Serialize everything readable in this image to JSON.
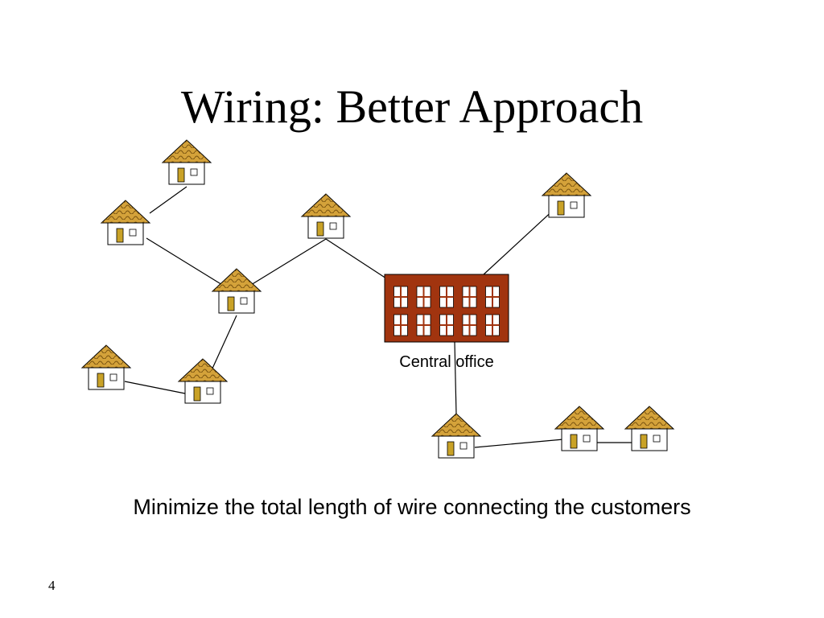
{
  "slide": {
    "title": "Wiring: Better Approach",
    "caption": "Minimize the total length of wire connecting the customers",
    "page_number": "4"
  },
  "diagram": {
    "central_office_label": "Central office",
    "colors": {
      "roof": "#d4a23a",
      "roof_pattern": "#7a5410",
      "house_wall": "#ffffff",
      "door": "#c9a227",
      "building": "#a1340f",
      "building_window": "#ffffff",
      "wire": "#000000"
    },
    "nodes": [
      {
        "id": "house-1",
        "type": "house"
      },
      {
        "id": "house-2",
        "type": "house"
      },
      {
        "id": "house-3",
        "type": "house"
      },
      {
        "id": "house-4",
        "type": "house"
      },
      {
        "id": "house-5",
        "type": "house"
      },
      {
        "id": "house-6",
        "type": "house"
      },
      {
        "id": "house-7",
        "type": "house"
      },
      {
        "id": "house-8",
        "type": "house"
      },
      {
        "id": "house-9",
        "type": "house"
      },
      {
        "id": "house-10",
        "type": "house"
      },
      {
        "id": "central-office",
        "type": "central-office"
      }
    ],
    "edges": [
      [
        "house-1",
        "house-2"
      ],
      [
        "house-2",
        "house-4"
      ],
      [
        "house-4",
        "house-3"
      ],
      [
        "house-3",
        "central-office"
      ],
      [
        "house-5",
        "central-office"
      ],
      [
        "house-4",
        "house-7"
      ],
      [
        "house-6",
        "house-7"
      ],
      [
        "central-office",
        "house-8"
      ],
      [
        "house-8",
        "house-9"
      ],
      [
        "house-9",
        "house-10"
      ]
    ]
  }
}
